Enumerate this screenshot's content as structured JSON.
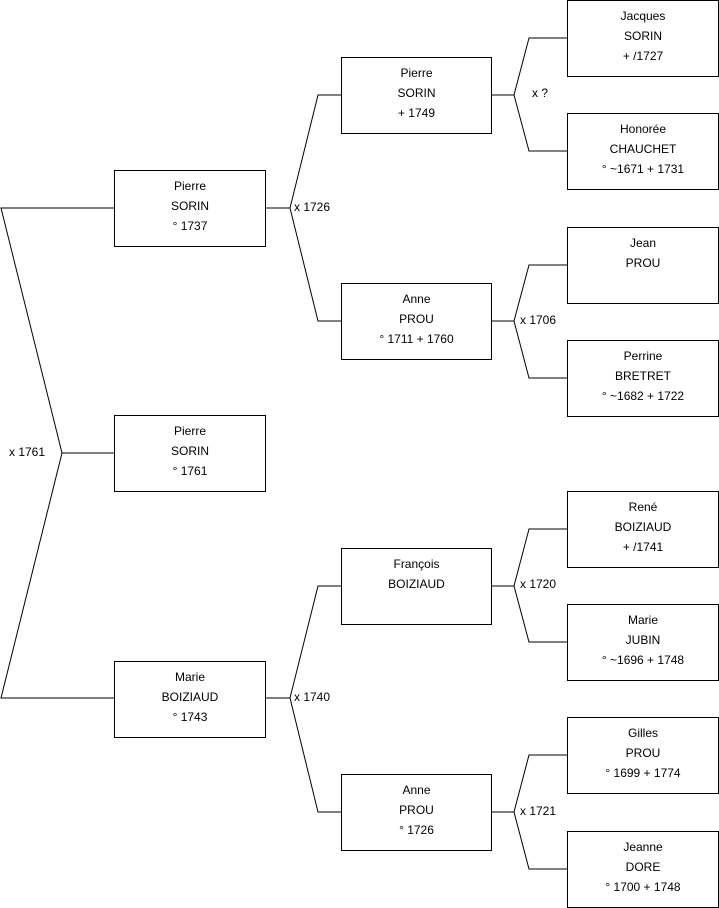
{
  "persons": {
    "root": {
      "first": "Pierre",
      "last": "SORIN",
      "dates": "° 1761"
    },
    "father": {
      "first": "Pierre",
      "last": "SORIN",
      "dates": "° 1737"
    },
    "mother": {
      "first": "Marie",
      "last": "BOIZIAUD",
      "dates": "° 1743"
    },
    "ff": {
      "first": "Pierre",
      "last": "SORIN",
      "dates": "+ 1749"
    },
    "fm": {
      "first": "Anne",
      "last": "PROU",
      "dates": "° 1711 + 1760"
    },
    "mf": {
      "first": "François",
      "last": "BOIZIAUD",
      "dates": ""
    },
    "mm": {
      "first": "Anne",
      "last": "PROU",
      "dates": "° 1726"
    },
    "fff": {
      "first": "Jacques",
      "last": "SORIN",
      "dates": "+ /1727"
    },
    "ffm": {
      "first": "Honorée",
      "last": "CHAUCHET",
      "dates": "° ~1671 + 1731"
    },
    "fmf": {
      "first": "Jean",
      "last": "PROU",
      "dates": ""
    },
    "fmm": {
      "first": "Perrine",
      "last": "BRETRET",
      "dates": "° ~1682 + 1722"
    },
    "mff": {
      "first": "René",
      "last": "BOIZIAUD",
      "dates": "+ /1741"
    },
    "mfm": {
      "first": "Marie",
      "last": "JUBIN",
      "dates": "° ~1696 + 1748"
    },
    "mmf": {
      "first": "Gilles",
      "last": "PROU",
      "dates": "° 1699 + 1774"
    },
    "mmm": {
      "first": "Jeanne",
      "last": "DORE",
      "dates": "° 1700 + 1748"
    }
  },
  "marriages": {
    "parents": "x 1761",
    "f_parents": "x 1726",
    "m_parents": "x 1740",
    "ff_parents": "x ?",
    "fm_parents": "x 1706",
    "mf_parents": "x 1720",
    "mm_parents": "x 1721"
  },
  "colors": {
    "line": "#000000",
    "box_border": "#000000",
    "background": "#ffffff"
  }
}
